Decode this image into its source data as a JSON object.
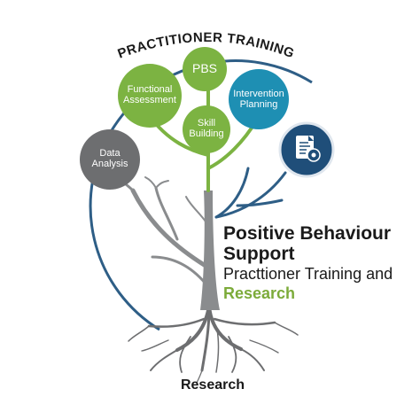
{
  "arc_title": "PRACTITIONER TRAINING",
  "nodes": {
    "pbs": "PBS",
    "functional_assessment": [
      "Functional",
      "Assessment"
    ],
    "skill_building": [
      "Skill",
      "Building"
    ],
    "intervention_planning": [
      "Intervention",
      "Planning"
    ],
    "data_analysis": [
      "Data",
      "Analysis"
    ]
  },
  "icon": "document-gear-icon",
  "title": {
    "line1": "Positive Behaviour",
    "line2": "Support",
    "line3": "Practtioner Training and",
    "line4": "Research"
  },
  "bottom_label": "Research",
  "colors": {
    "green": "#7cb342",
    "teal": "#1e8fb3",
    "navy": "#1f4e79",
    "grey": "#6d6e70",
    "trunk": "#8a8c8e",
    "ring": "#2e5e86"
  }
}
